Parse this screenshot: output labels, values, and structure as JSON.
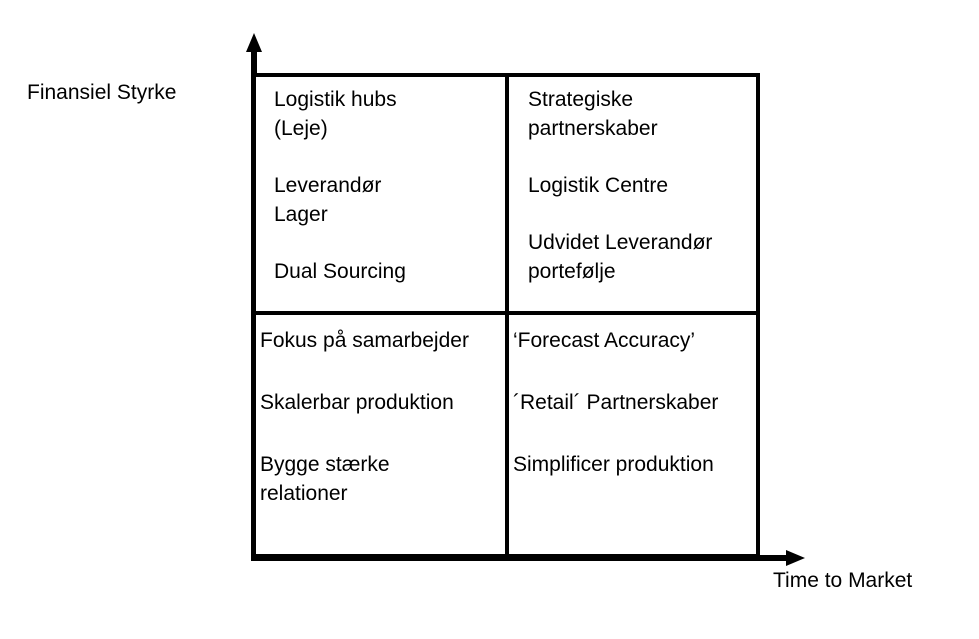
{
  "diagram": {
    "type": "2x2-matrix",
    "y_axis_label": "Finansiel Styrke",
    "x_axis_label": "Time to Market",
    "quadrants": [
      {
        "position": "top-left",
        "entries": [
          "Logistik hubs\n(Leje)",
          "Leverandør\nLager",
          "Dual Sourcing"
        ]
      },
      {
        "position": "top-right",
        "entries": [
          "Strategiske\npartnerskaber",
          "Logistik Centre",
          "Udvidet Leverandør\nportefølje"
        ]
      },
      {
        "position": "bottom-left",
        "entries": [
          "Fokus på samarbejder",
          "Skalerbar produktion",
          "Bygge stærke\nrelationer"
        ]
      },
      {
        "position": "bottom-right",
        "entries": [
          "‘Forecast Accuracy’",
          "´Retail´ Partnerskaber",
          "Simplificer produktion"
        ]
      }
    ],
    "colors": {
      "line": "#000000",
      "text": "#000000",
      "background": "#ffffff"
    }
  }
}
